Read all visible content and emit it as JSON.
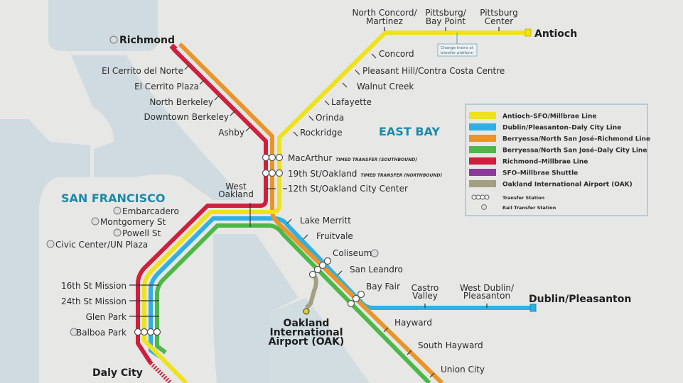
{
  "colors": {
    "land": "#e7e7e6",
    "water": "#cfdbe0",
    "region_label": "#1c8aa8",
    "yellow": "#f0e21a",
    "blue": "#2fb0e4",
    "orange": "#e8962b",
    "green": "#4db848",
    "red": "#d01f3c",
    "purple": "#8c3b98",
    "oak": "#a29f82"
  },
  "regions": {
    "east_bay": "EAST BAY",
    "san_francisco": "SAN FRANCISCO"
  },
  "legend": {
    "lines": [
      {
        "label": "Antioch–SFO/Millbrae Line",
        "color": "#f0e21a"
      },
      {
        "label": "Dublin/Pleasanton–Daly City Line",
        "color": "#2fb0e4"
      },
      {
        "label": "Berryessa/North San José–Richmond Line",
        "color": "#e8962b"
      },
      {
        "label": "Berryessa/North San José–Daly City Line",
        "color": "#4db848"
      },
      {
        "label": "Richmond–Millbrae Line",
        "color": "#d01f3c"
      },
      {
        "label": "SFO–Millbrae Shuttle",
        "color": "#8c3b98"
      },
      {
        "label": "Oakland International Airport (OAK)",
        "color": "#a29f82"
      }
    ],
    "transfer_station": "Transfer Station",
    "rail_transfer_station": "Rail Transfer Station"
  },
  "note": {
    "line1": "Change trains at",
    "line2": "transfer platform"
  },
  "timed_transfer": {
    "southbound": "TIMED TRANSFER (SOUTHBOUND)",
    "northbound": "TIMED TRANSFER (NORTHBOUND)"
  },
  "stations": {
    "richmond": "Richmond",
    "el_cerrito_del_norte": "El Cerrito del Norte",
    "el_cerrito_plaza": "El Cerrito Plaza",
    "north_berkeley": "North Berkeley",
    "downtown_berkeley": "Downtown Berkeley",
    "ashby": "Ashby",
    "macarthur": "MacArthur",
    "nineteenth_st": "19th St/Oakland",
    "twelfth_st": "12th St/Oakland City Center",
    "west_oakland_1": "West",
    "west_oakland_2": "Oakland",
    "embarcadero": "Embarcadero",
    "montgomery": "Montgomery St",
    "powell": "Powell St",
    "civic_center": "Civic Center/UN Plaza",
    "sixteenth_mission": "16th St Mission",
    "twentyfourth_mission": "24th St Mission",
    "glen_park": "Glen Park",
    "balboa_park": "Balboa Park",
    "daly_city": "Daly City",
    "lake_merritt": "Lake Merritt",
    "fruitvale": "Fruitvale",
    "coliseum": "Coliseum",
    "san_leandro": "San Leandro",
    "bay_fair": "Bay Fair",
    "castro_valley_1": "Castro",
    "castro_valley_2": "Valley",
    "west_dublin_1": "West Dublin/",
    "west_dublin_2": "Pleasanton",
    "dublin": "Dublin/Pleasanton",
    "hayward": "Hayward",
    "south_hayward": "South Hayward",
    "union_city": "Union City",
    "oak_1": "Oakland",
    "oak_2": "International",
    "oak_3": "Airport (OAK)",
    "north_concord_1": "North Concord/",
    "north_concord_2": "Martinez",
    "pittsburg_bp_1": "Pittsburg/",
    "pittsburg_bp_2": "Bay Point",
    "pittsburg_c_1": "Pittsburg",
    "pittsburg_c_2": "Center",
    "antioch": "Antioch",
    "concord": "Concord",
    "pleasant_hill": "Pleasant Hill/Contra Costa Centre",
    "walnut_creek": "Walnut Creek",
    "lafayette": "Lafayette",
    "orinda": "Orinda",
    "rockridge": "Rockridge"
  }
}
